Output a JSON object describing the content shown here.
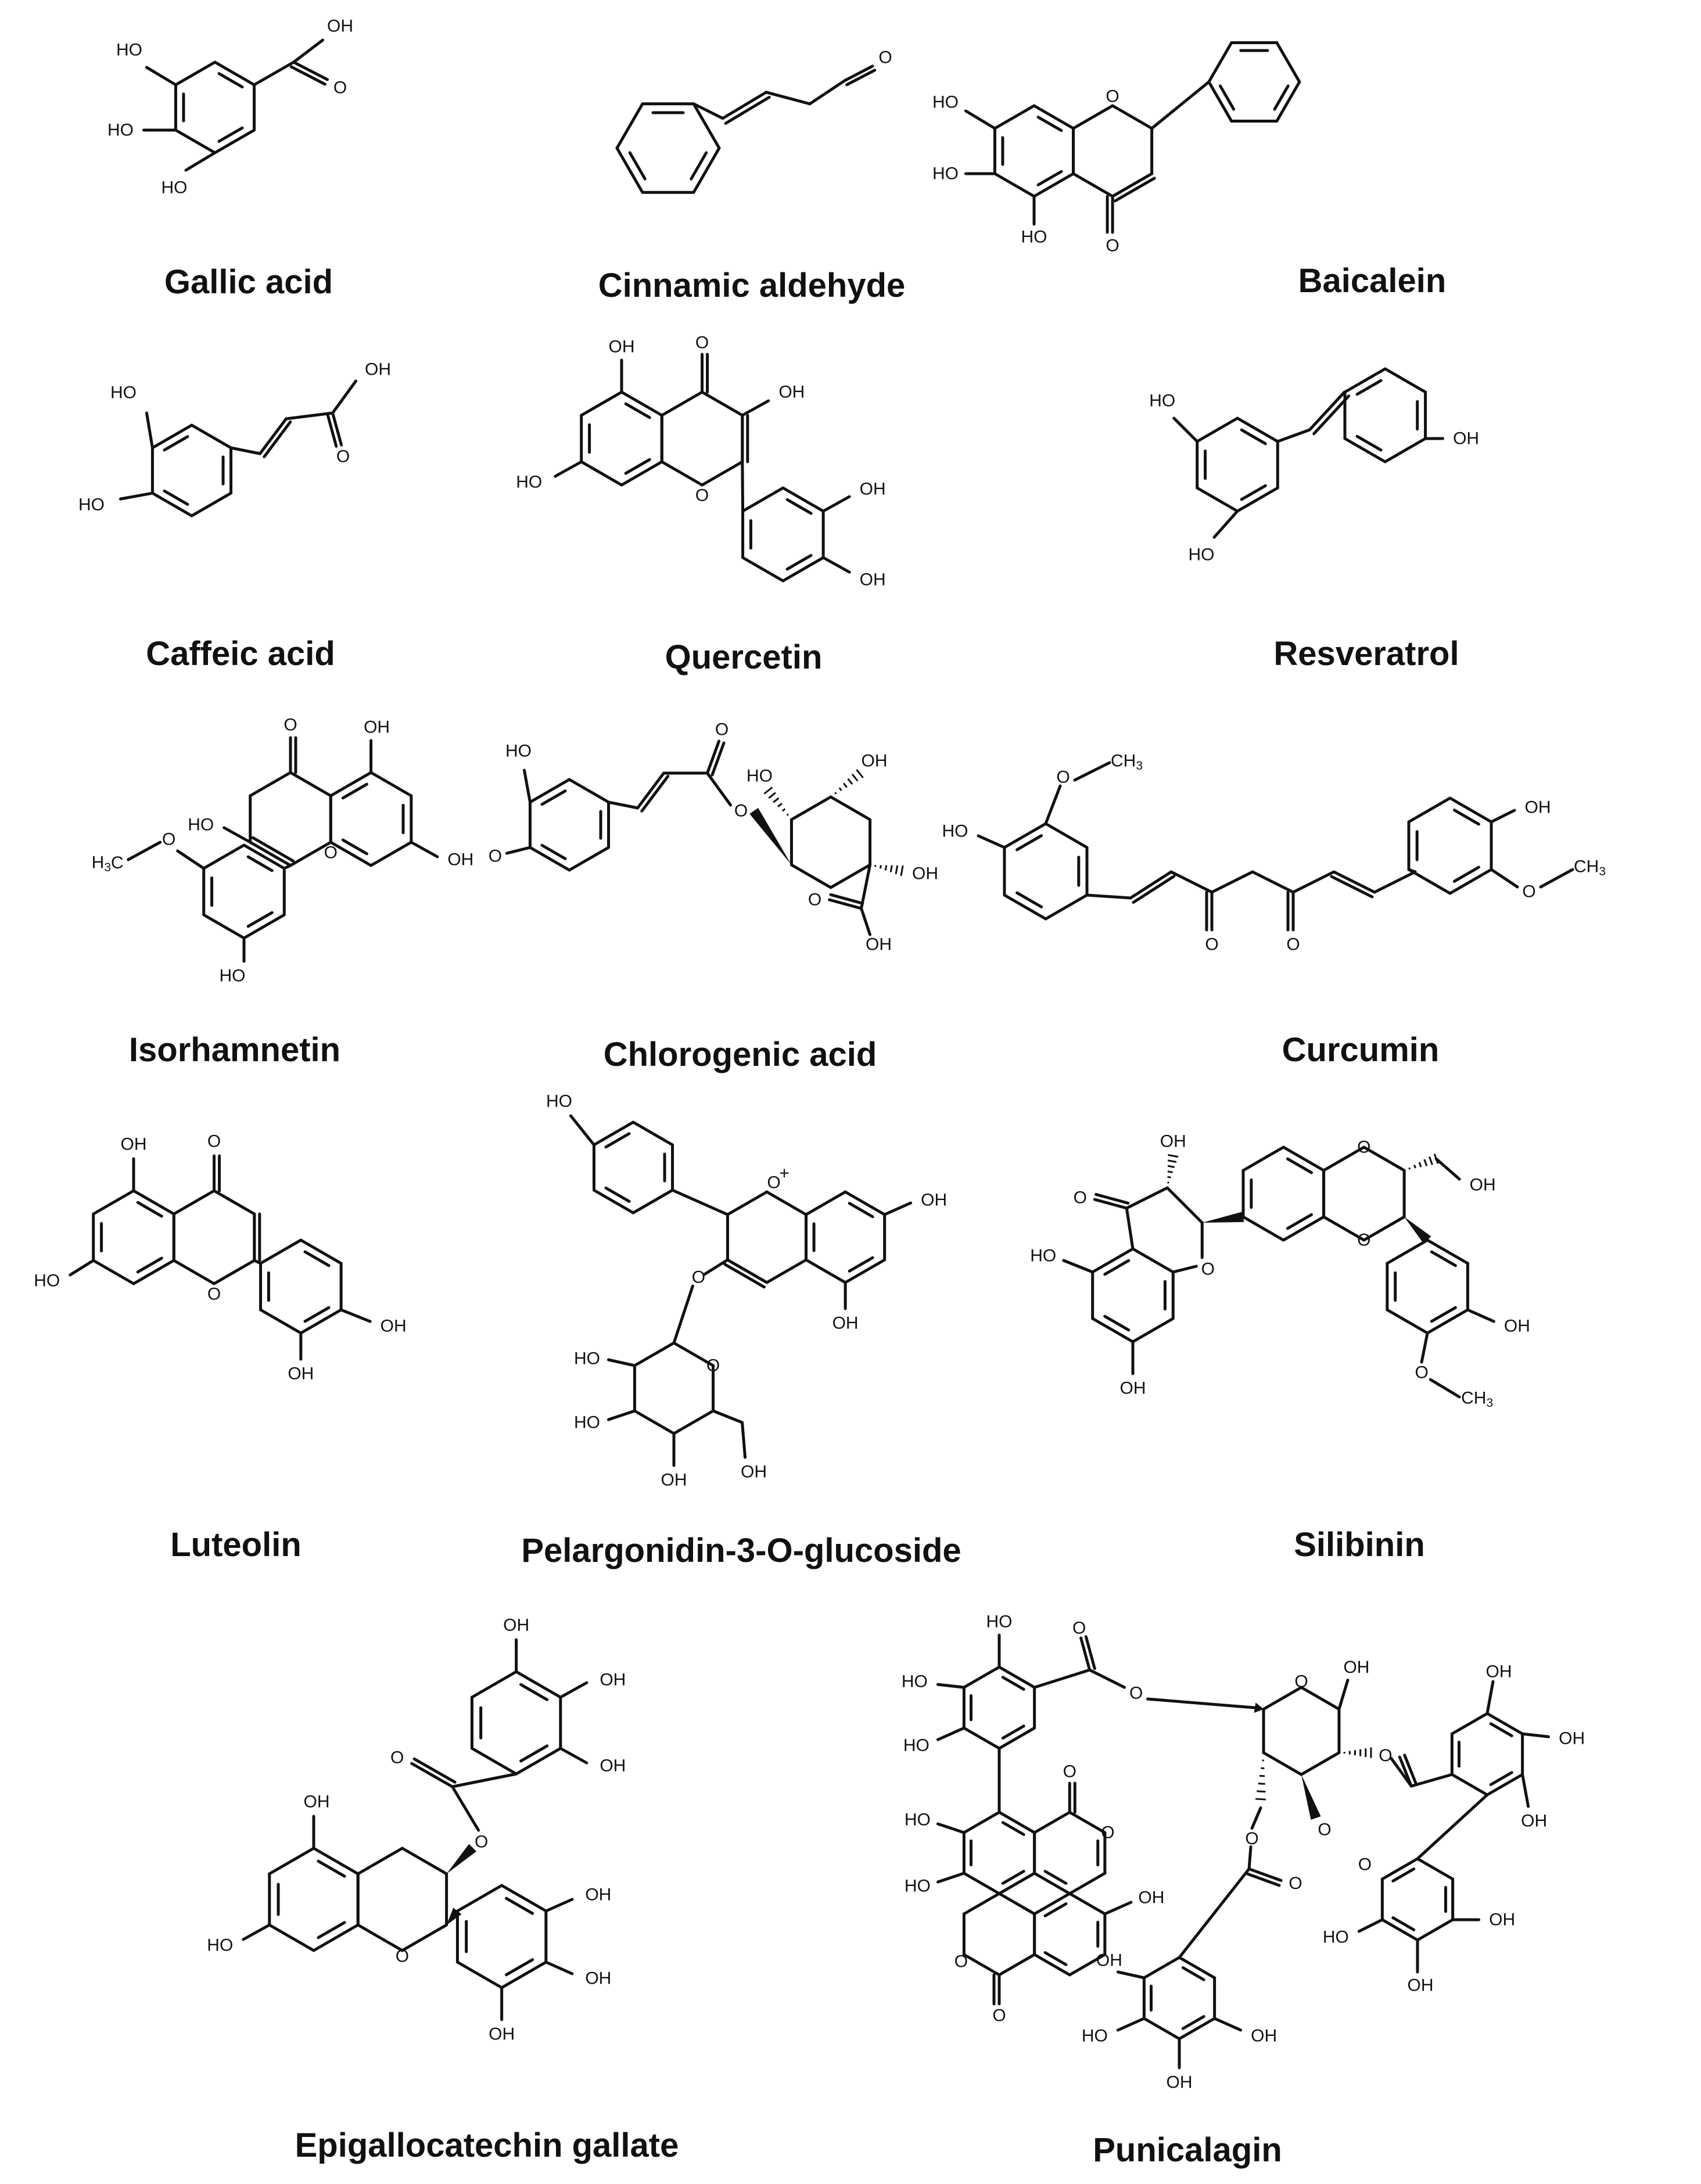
{
  "compounds": [
    {
      "name": "Gallic acid"
    },
    {
      "name": "Cinnamic aldehyde"
    },
    {
      "name": "Baicalein"
    },
    {
      "name": "Caffeic acid"
    },
    {
      "name": "Quercetin"
    },
    {
      "name": "Resveratrol"
    },
    {
      "name": "Isorhamnetin"
    },
    {
      "name": "Chlorogenic acid"
    },
    {
      "name": "Curcumin"
    },
    {
      "name": "Luteolin"
    },
    {
      "name": "Pelargonidin-3-O-glucoside"
    },
    {
      "name": "Silibinin"
    },
    {
      "name": "Epigallocatechin gallate"
    },
    {
      "name": "Punicalagin"
    }
  ],
  "atom_labels": {
    "hydroxyl": "HO",
    "hydroxyl_right": "OH",
    "oxygen": "O",
    "methyl_carbon": "CH",
    "methyl_left": "H",
    "methyl_left_carbon": "C",
    "subscript_3": "3",
    "oxonium_plus": "+"
  }
}
